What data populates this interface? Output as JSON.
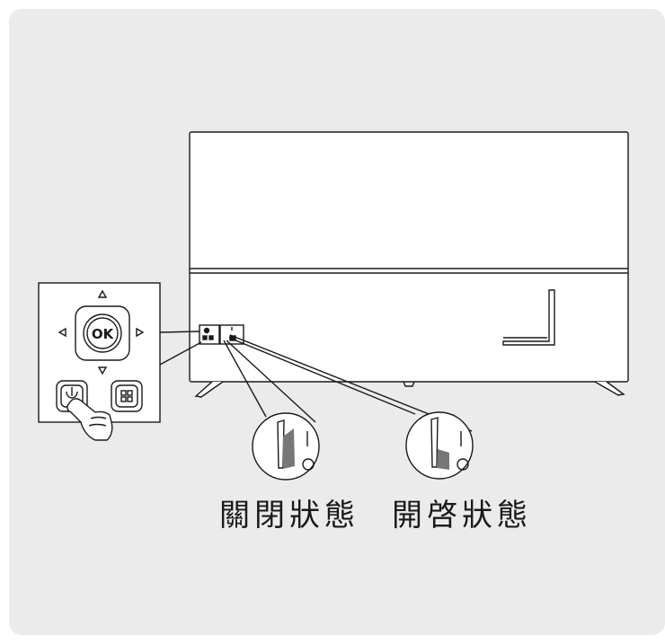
{
  "remote_panel": {
    "ok_label": "OK",
    "icons": [
      "up-arrow-icon",
      "down-arrow-icon",
      "left-arrow-icon",
      "right-arrow-icon",
      "power-icon",
      "home-grid-icon",
      "pointing-hand-icon"
    ]
  },
  "switch_states": {
    "off_label": "關閉狀態",
    "on_label": "開啓狀態",
    "on_mark": "I",
    "off_mark": "O"
  },
  "colors": {
    "background": "#ebebeb",
    "line": "#1a1a1a",
    "rocker_shade": "#777777"
  }
}
